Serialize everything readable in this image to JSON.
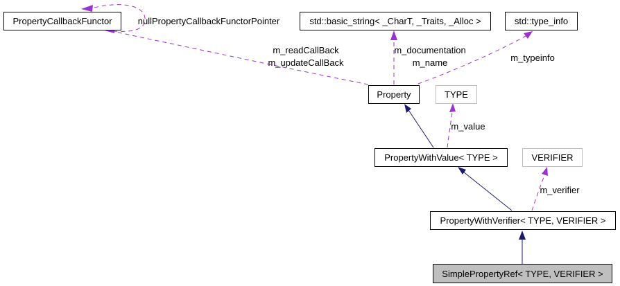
{
  "diagram_type": "collaboration-graph",
  "colors": {
    "usage_edge": "#9a32cd",
    "inheritance_edge": "#191970",
    "template_border": "#bebebe",
    "current_node_fill": "#bfbfbf",
    "node_border": "#000000",
    "background": "#ffffff"
  },
  "nodes": {
    "property_callback_functor": {
      "label": "PropertyCallbackFunctor"
    },
    "std_basic_string": {
      "label": "std::basic_string< _CharT, _Traits, _Alloc >"
    },
    "std_type_info": {
      "label": "std::type_info"
    },
    "property": {
      "label": "Property"
    },
    "type_param": {
      "label": "TYPE"
    },
    "property_with_value": {
      "label": "PropertyWithValue< TYPE >"
    },
    "verifier_param": {
      "label": "VERIFIER"
    },
    "property_with_verifier": {
      "label": "PropertyWithVerifier< TYPE, VERIFIER >"
    },
    "simple_property_ref": {
      "label": "SimplePropertyRef< TYPE, VERIFIER >"
    }
  },
  "edge_labels": {
    "null_pointer": "nullPropertyCallbackFunctorPointer",
    "read_callback": "m_readCallBack",
    "update_callback": "m_updateCallBack",
    "documentation": "m_documentation",
    "name": "m_name",
    "typeinfo": "m_typeinfo",
    "value": "m_value",
    "verifier": "m_verifier"
  }
}
